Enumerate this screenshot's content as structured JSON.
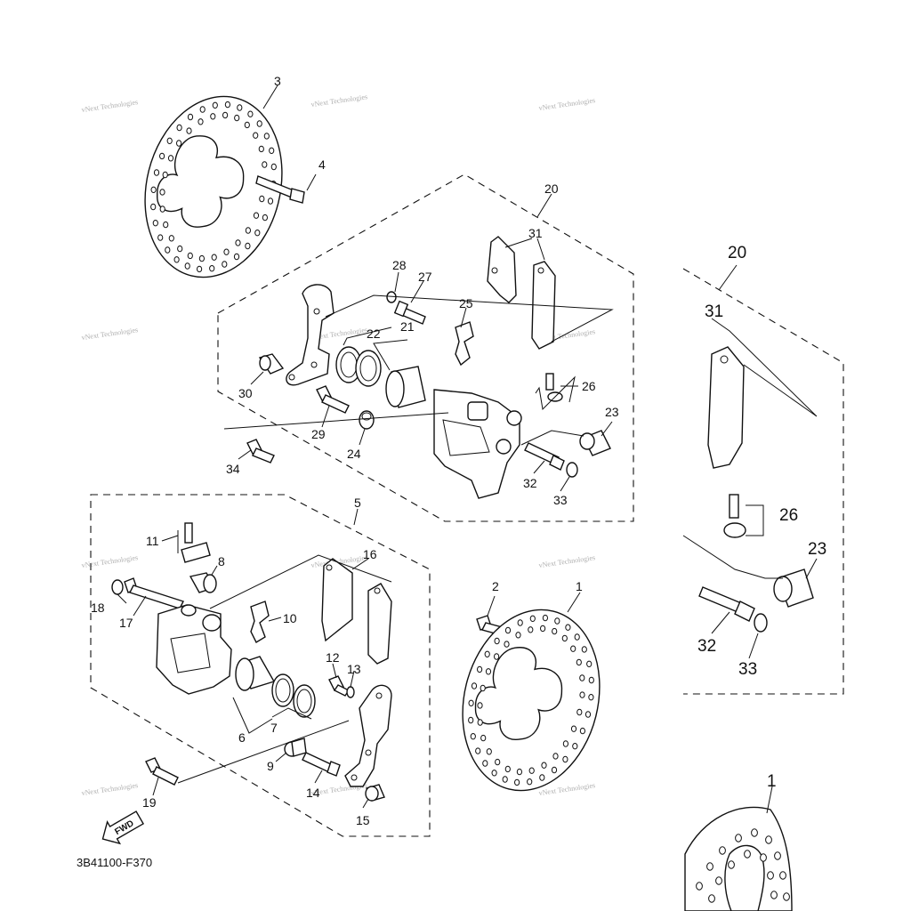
{
  "diagram_code": "3B41100-F370",
  "fwd_label": "FWD",
  "watermark_text": "vNext Technologies",
  "callouts": [
    {
      "id": "c3",
      "text": "3"
    },
    {
      "id": "c4",
      "text": "4"
    },
    {
      "id": "c20",
      "text": "20"
    },
    {
      "id": "c31",
      "text": "31"
    },
    {
      "id": "c28",
      "text": "28"
    },
    {
      "id": "c27",
      "text": "27"
    },
    {
      "id": "c25",
      "text": "25"
    },
    {
      "id": "c22",
      "text": "22"
    },
    {
      "id": "c21",
      "text": "21"
    },
    {
      "id": "c30",
      "text": "30"
    },
    {
      "id": "c29",
      "text": "29"
    },
    {
      "id": "c24",
      "text": "24"
    },
    {
      "id": "c26",
      "text": "26"
    },
    {
      "id": "c23",
      "text": "23"
    },
    {
      "id": "c32",
      "text": "32"
    },
    {
      "id": "c33",
      "text": "33"
    },
    {
      "id": "c34",
      "text": "34"
    },
    {
      "id": "c5",
      "text": "5"
    },
    {
      "id": "c11",
      "text": "11"
    },
    {
      "id": "c8",
      "text": "8"
    },
    {
      "id": "c16",
      "text": "16"
    },
    {
      "id": "c18",
      "text": "18"
    },
    {
      "id": "c17",
      "text": "17"
    },
    {
      "id": "c10",
      "text": "10"
    },
    {
      "id": "c12",
      "text": "12"
    },
    {
      "id": "c13",
      "text": "13"
    },
    {
      "id": "c6",
      "text": "6"
    },
    {
      "id": "c7",
      "text": "7"
    },
    {
      "id": "c9",
      "text": "9"
    },
    {
      "id": "c14",
      "text": "14"
    },
    {
      "id": "c15",
      "text": "15"
    },
    {
      "id": "c19",
      "text": "19"
    },
    {
      "id": "c2",
      "text": "2"
    },
    {
      "id": "c1",
      "text": "1"
    },
    {
      "id": "z20",
      "text": "20"
    },
    {
      "id": "z31",
      "text": "31"
    },
    {
      "id": "z26",
      "text": "26"
    },
    {
      "id": "z23",
      "text": "23"
    },
    {
      "id": "z32",
      "text": "32"
    },
    {
      "id": "z33",
      "text": "33"
    },
    {
      "id": "z1",
      "text": "1"
    }
  ]
}
